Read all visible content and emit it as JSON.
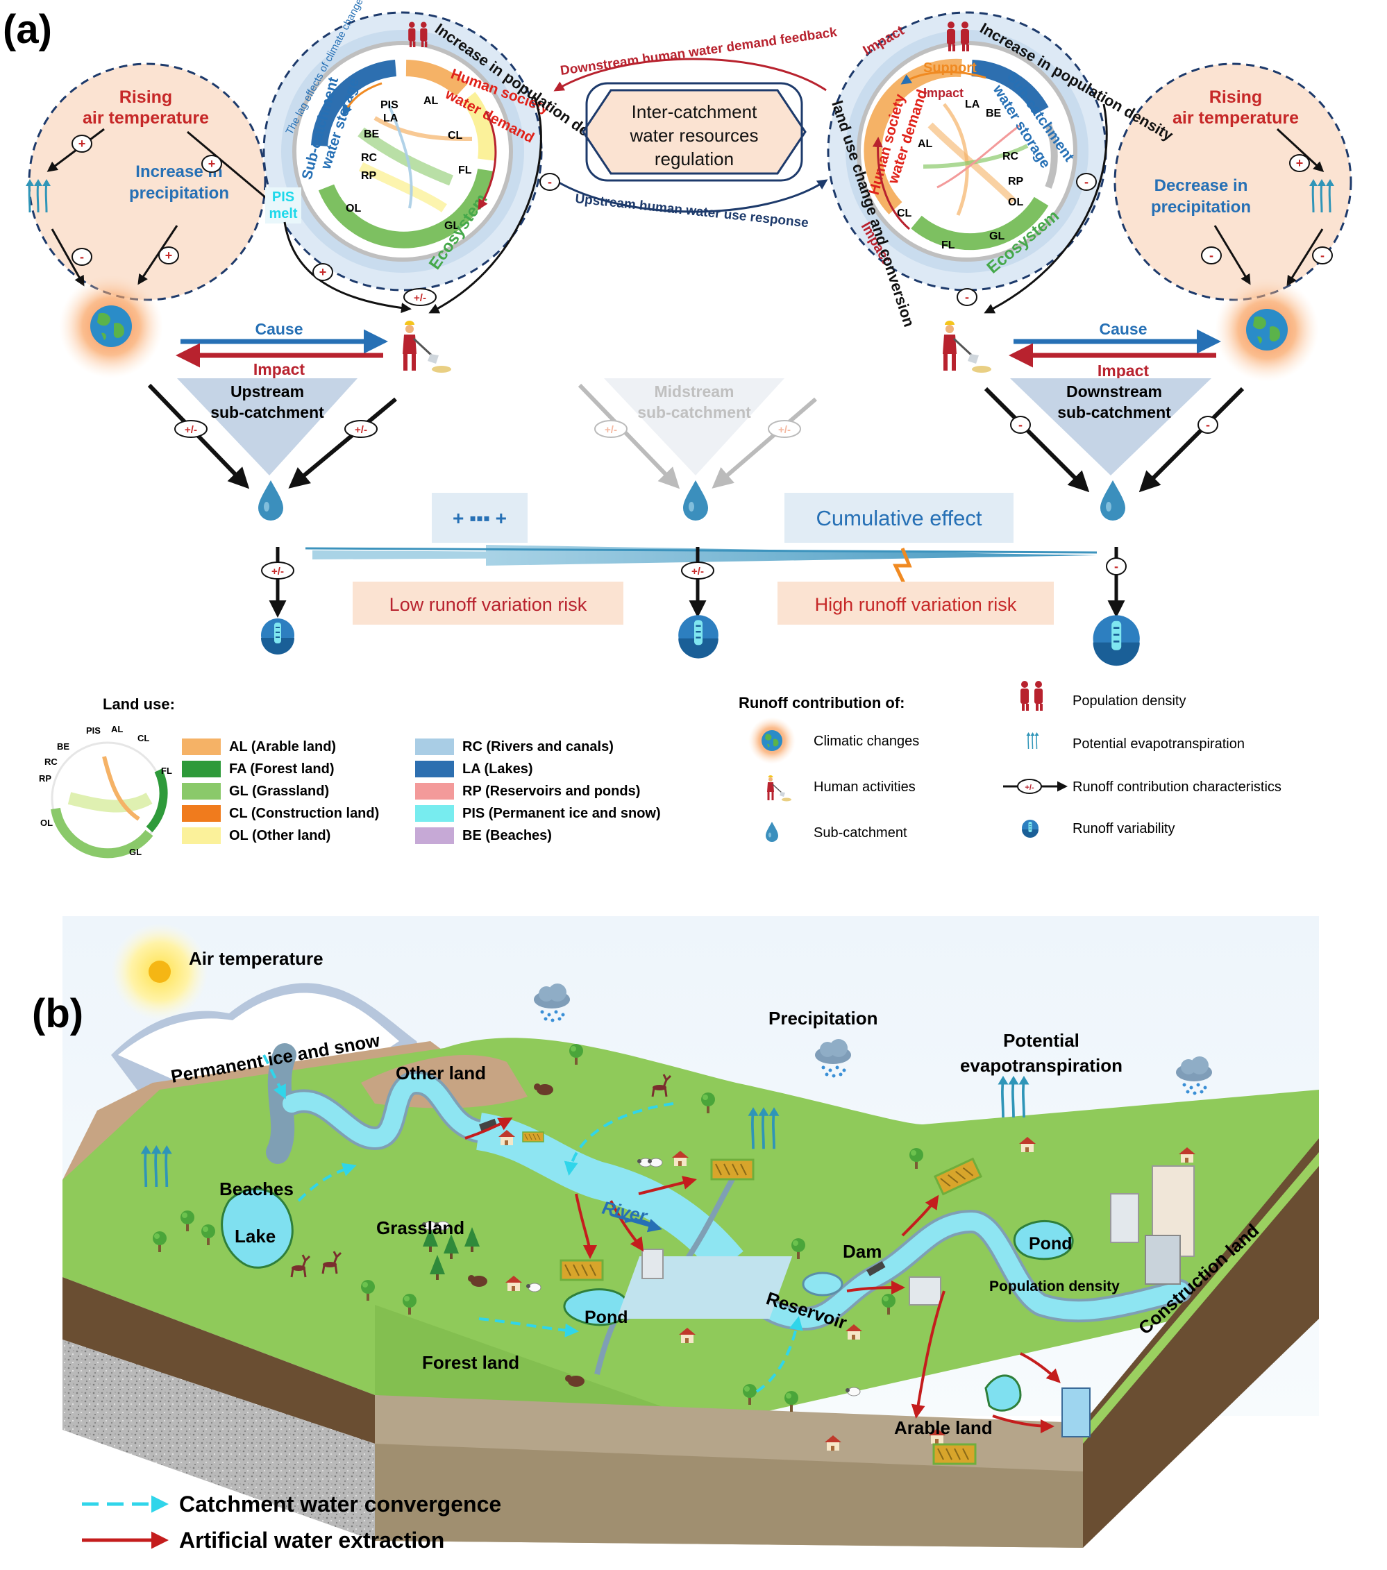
{
  "panel_a": {
    "label": "(a)",
    "left_climate": {
      "line1": "Rising",
      "line2": "air temperature",
      "precip1": "Increase in",
      "precip2": "precipitation"
    },
    "right_climate": {
      "line1": "Rising",
      "line2": "air temperature",
      "precip1": "Decrease in",
      "precip2": "precipitation"
    },
    "pis_melt": {
      "line1": "PIS",
      "line2": "melt"
    },
    "upstream_ring": {
      "outer_text": "Increase in population density",
      "lag_text": "The lag effects of climate change and human activities",
      "storage": "Sub-catchment water storage",
      "demand": "Human society water demand",
      "ecosystem": "Ecosystem",
      "chord_labels": [
        "PIS",
        "AL",
        "LA",
        "CL",
        "BE",
        "RC",
        "FL",
        "RP",
        "OL",
        "GL"
      ]
    },
    "downstream_ring": {
      "outer_text": "Increase in population density",
      "landuse_text": "land use change and conversion",
      "storage": "Sub-catchment water storage",
      "demand": "Human society water demand",
      "ecosystem": "Ecosystem",
      "support": "Support",
      "impact1": "Impact",
      "impact2": "Impact",
      "impact3": "Impact",
      "chord_labels": [
        "AL",
        "LA",
        "BE",
        "RC",
        "RP",
        "OL",
        "CL",
        "FL",
        "GL"
      ]
    },
    "inter_catchment": {
      "line1": "Inter-catchment",
      "line2": "water resources",
      "line3": "regulation",
      "feedback": "Downstream human water demand feedback",
      "response": "Upstream human water use response"
    },
    "upstream": {
      "cause": "Cause",
      "impact": "Impact",
      "name1": "Upstream",
      "name2": "sub-catchment"
    },
    "midstream": {
      "name1": "Midstream",
      "name2": "sub-catchment"
    },
    "downstream": {
      "cause": "Cause",
      "impact": "Impact",
      "name1": "Downstream",
      "name2": "sub-catchment"
    },
    "plus_box": "+ ▪▪▪ +",
    "cumulative": "Cumulative effect",
    "low_risk": "Low runoff variation risk",
    "high_risk": "High runoff variation risk",
    "signs": {
      "plus": "+",
      "minus": "-",
      "pm": "+/-"
    }
  },
  "legend": {
    "land_use_title": "Land use:",
    "mini_chord_labels": [
      "PIS",
      "AL",
      "CL",
      "BE",
      "FL",
      "RC",
      "RP",
      "OL",
      "GL"
    ],
    "items_left": [
      {
        "label": "AL (Arable land)",
        "color": "#f5b266"
      },
      {
        "label": "FA (Forest land)",
        "color": "#2e9a3a"
      },
      {
        "label": "GL (Grassland)",
        "color": "#8ac96a"
      },
      {
        "label": "CL (Construction land)",
        "color": "#f07b1d"
      },
      {
        "label": "OL (Other land)",
        "color": "#fbf19a"
      }
    ],
    "items_right": [
      {
        "label": "RC (Rivers and canals)",
        "color": "#a9cde5"
      },
      {
        "label": "LA (Lakes)",
        "color": "#2d6fb0"
      },
      {
        "label": "RP (Reservoirs and ponds)",
        "color": "#f39a9a"
      },
      {
        "label": "PIS (Permanent ice and snow)",
        "color": "#77ecef"
      },
      {
        "label": "BE (Beaches)",
        "color": "#c6a9d6"
      }
    ],
    "runoff_title": "Runoff contribution of:",
    "climatic": "Climatic changes",
    "human": "Human activities",
    "subcatchment": "Sub-catchment",
    "population": "Population density",
    "pet": "Potential evapotranspiration",
    "characteristics": "Runoff contribution characteristics",
    "variability": "Runoff variability",
    "pm_symbol": "+/-"
  },
  "panel_b": {
    "label": "(b)",
    "air_temperature": "Air temperature",
    "precipitation": "Precipitation",
    "pet1": "Potential",
    "pet2": "evapotranspiration",
    "ice_snow": "Permanent ice and snow",
    "other_land": "Other land",
    "beaches": "Beaches",
    "lake": "Lake",
    "grassland": "Grassland",
    "river": "River",
    "pond1": "Pond",
    "pond2": "Pond",
    "forest_land": "Forest land",
    "dam": "Dam",
    "reservoir": "Reservoir",
    "population_density": "Population density",
    "construction_land": "Construction land",
    "arable_land": "Arable land",
    "legend_convergence": "Catchment water convergence",
    "legend_extraction": "Artificial water extraction"
  },
  "colors": {
    "red": "#b8222e",
    "blue": "#2670b5",
    "dark_navy": "#1d3a6b",
    "water": "#3d8fbf",
    "green": "#45a84a",
    "orange": "#f08a22"
  }
}
